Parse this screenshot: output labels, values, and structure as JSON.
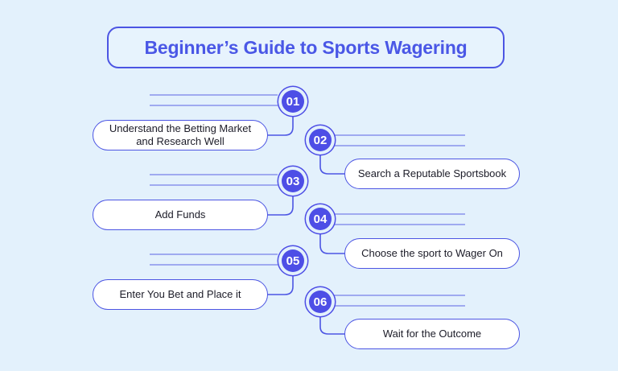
{
  "title": "Beginner’s Guide to Sports Wagering",
  "steps": [
    {
      "number": "01",
      "label": "Understand the Betting Market\nand Research Well"
    },
    {
      "number": "02",
      "label": "Search a Reputable Sportsbook"
    },
    {
      "number": "03",
      "label": "Add Funds"
    },
    {
      "number": "04",
      "label": "Choose the sport to Wager On"
    },
    {
      "number": "05",
      "label": "Enter You Bet and Place it"
    },
    {
      "number": "06",
      "label": "Wait for the Outcome"
    }
  ],
  "colors": {
    "accent": "#4d4ee6",
    "background": "#e3f1fc"
  }
}
